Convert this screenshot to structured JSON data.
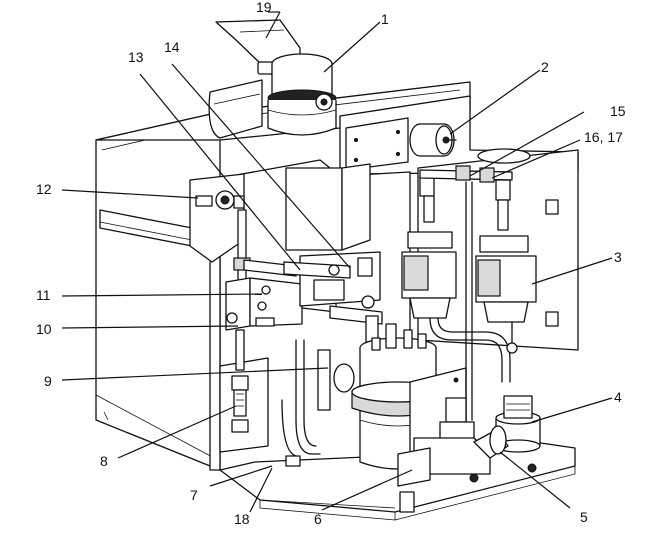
{
  "callouts": [
    {
      "id": "c1",
      "label": "1"
    },
    {
      "id": "c2",
      "label": "2"
    },
    {
      "id": "c3",
      "label": "3"
    },
    {
      "id": "c4",
      "label": "4"
    },
    {
      "id": "c5",
      "label": "5"
    },
    {
      "id": "c6",
      "label": "6"
    },
    {
      "id": "c7",
      "label": "7"
    },
    {
      "id": "c8",
      "label": "8"
    },
    {
      "id": "c9",
      "label": "9"
    },
    {
      "id": "c10",
      "label": "10"
    },
    {
      "id": "c11",
      "label": "11"
    },
    {
      "id": "c12",
      "label": "12"
    },
    {
      "id": "c13",
      "label": "13"
    },
    {
      "id": "c14",
      "label": "14"
    },
    {
      "id": "c15",
      "label": "15"
    },
    {
      "id": "c16",
      "label": "16, 17"
    },
    {
      "id": "c18",
      "label": "18"
    },
    {
      "id": "c19",
      "label": "19"
    }
  ]
}
